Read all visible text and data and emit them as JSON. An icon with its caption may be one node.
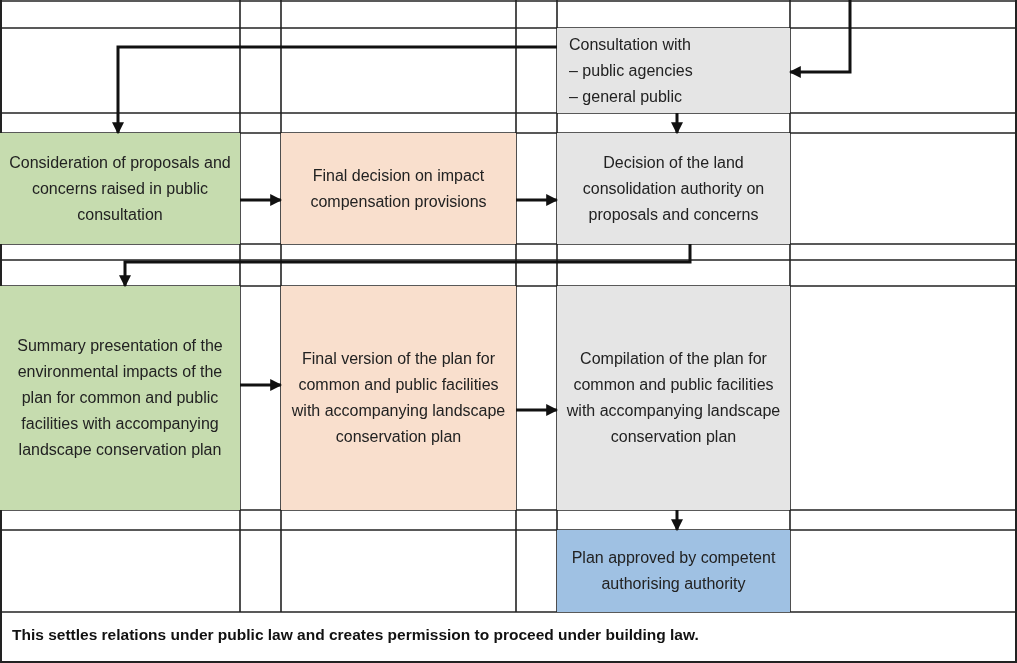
{
  "diagram": {
    "nodes": [
      {
        "text": [
          "Consultation with",
          "– public agencies",
          "– general public"
        ]
      },
      {
        "text": [
          "Consideration of proposals and concerns raised in public consultation"
        ]
      },
      {
        "text": [
          "Final decision on impact compensation provisions"
        ]
      },
      {
        "text": [
          "Decision of the land consolidation authority on proposals and concerns"
        ]
      },
      {
        "text": [
          "Summary presentation of the environmental impacts of the plan for common and public facilities with accompanying landscape conservation plan"
        ]
      },
      {
        "text": [
          "Final version of the plan for common and public facilities with accompanying landscape conservation plan"
        ]
      },
      {
        "text": [
          "Compilation of the plan for common and public facilities with accompanying landscape conservation plan"
        ]
      },
      {
        "text": [
          "Plan approved by competent authorising authority"
        ]
      }
    ],
    "edges": [
      {
        "from": null,
        "to": 0,
        "arrow": "to"
      },
      {
        "from": 0,
        "to": 1,
        "arrow": "to"
      },
      {
        "from": 0,
        "to": 3,
        "arrow": "to"
      },
      {
        "from": 1,
        "to": 2,
        "arrow": "to"
      },
      {
        "from": 2,
        "to": 3,
        "arrow": "to"
      },
      {
        "from": 3,
        "to": 4,
        "arrow": "to"
      },
      {
        "from": 4,
        "to": 5,
        "arrow": "to"
      },
      {
        "from": 5,
        "to": 6,
        "arrow": "to"
      },
      {
        "from": 6,
        "to": 7,
        "arrow": "to"
      }
    ],
    "labels": [
      "This settles relations under public law and creates permission to proceed under building law."
    ]
  }
}
